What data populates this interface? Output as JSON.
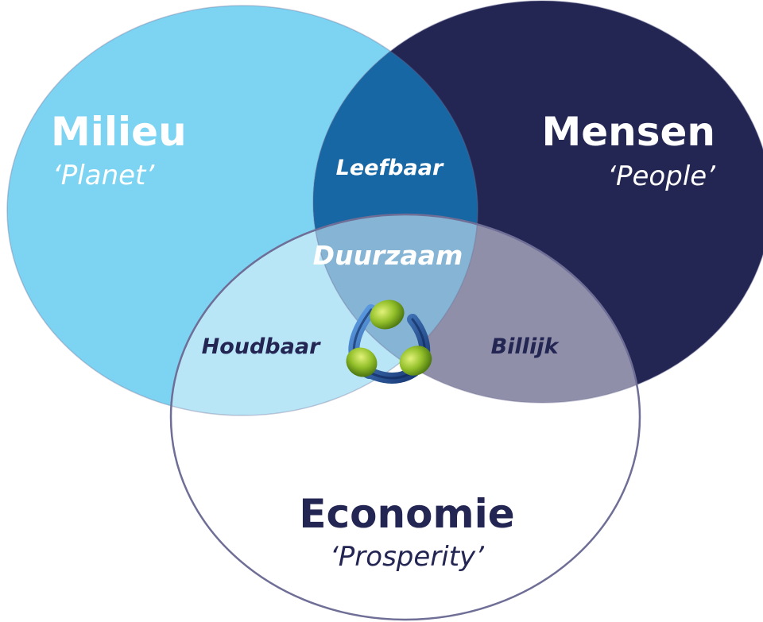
{
  "diagram": {
    "type": "venn",
    "sets": [
      {
        "id": "milieu",
        "title": "Milieu",
        "subtitle": "‘Planet’",
        "color": "#7dd3f2",
        "text_color": "#ffffff"
      },
      {
        "id": "mensen",
        "title": "Mensen",
        "subtitle": "‘People’",
        "color": "#232553",
        "text_color": "#ffffff"
      },
      {
        "id": "economie",
        "title": "Economie",
        "subtitle": "‘Prosperity’",
        "color": "#ffffff",
        "text_color": "#232553"
      }
    ],
    "overlaps": {
      "milieu_mensen": "Leefbaar",
      "milieu_economie": "Houdbaar",
      "mensen_economie": "Billijk",
      "center": "Duurzaam"
    },
    "colors": {
      "milieu_mensen": "#1667a3",
      "milieu_economie": "#b9e6f7",
      "mensen_economie": "#908fa9",
      "center": "#86b4d4",
      "outline": "#6e6e96",
      "logo_green": "#8dbb1f",
      "logo_blue": "#2e64b0"
    },
    "icons": [
      "recycle-triangle-logo-icon"
    ]
  }
}
